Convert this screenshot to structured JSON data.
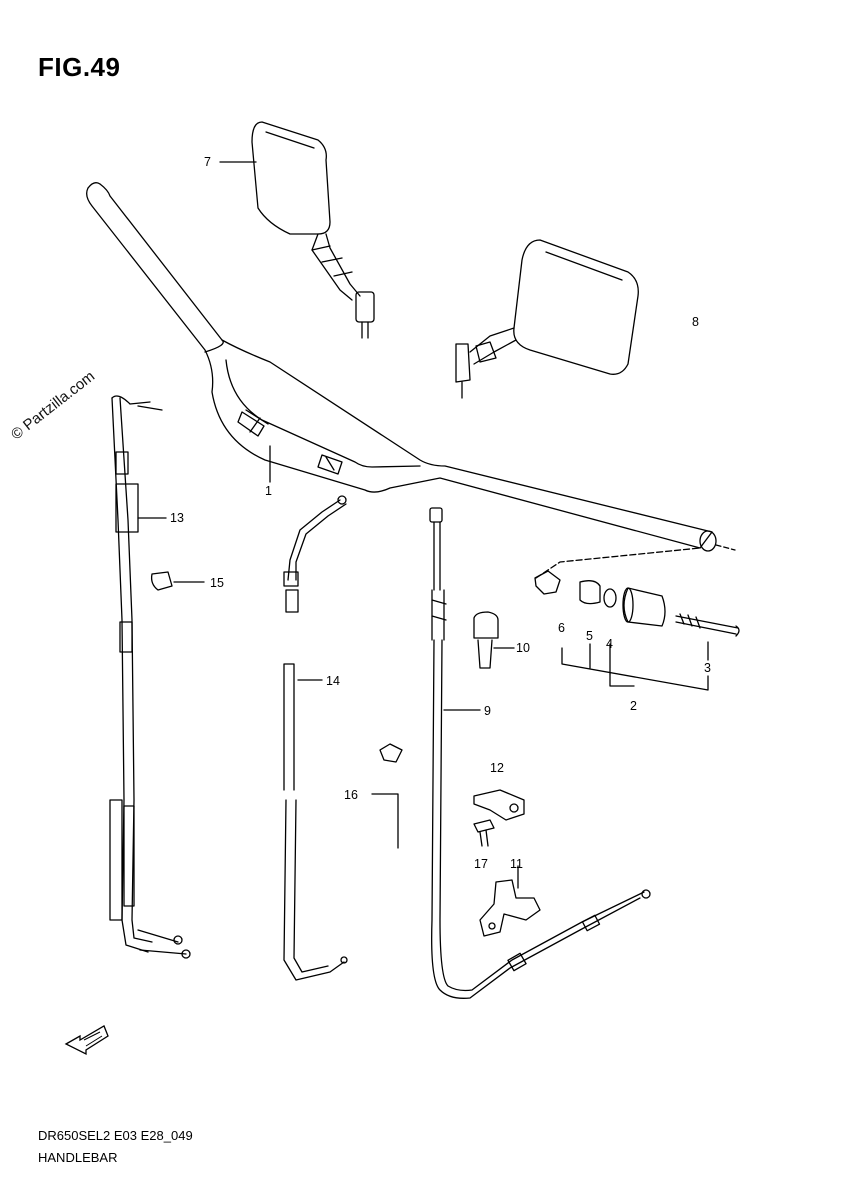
{
  "figure_title": "FIG.49",
  "watermark": "© Partzilla.com",
  "footer": {
    "code": "DR650SEL2 E03 E28_049",
    "name": "HANDLEBAR"
  },
  "callouts": {
    "c1": "1",
    "c2": "2",
    "c3": "3",
    "c4": "4",
    "c5": "5",
    "c6": "6",
    "c7": "7",
    "c8": "8",
    "c9": "9",
    "c10": "10",
    "c11": "11",
    "c12": "12",
    "c13": "13",
    "c14": "14",
    "c15": "15",
    "c16": "16",
    "c17": "17"
  },
  "front_arrow_icon": "front-direction-arrow-icon"
}
